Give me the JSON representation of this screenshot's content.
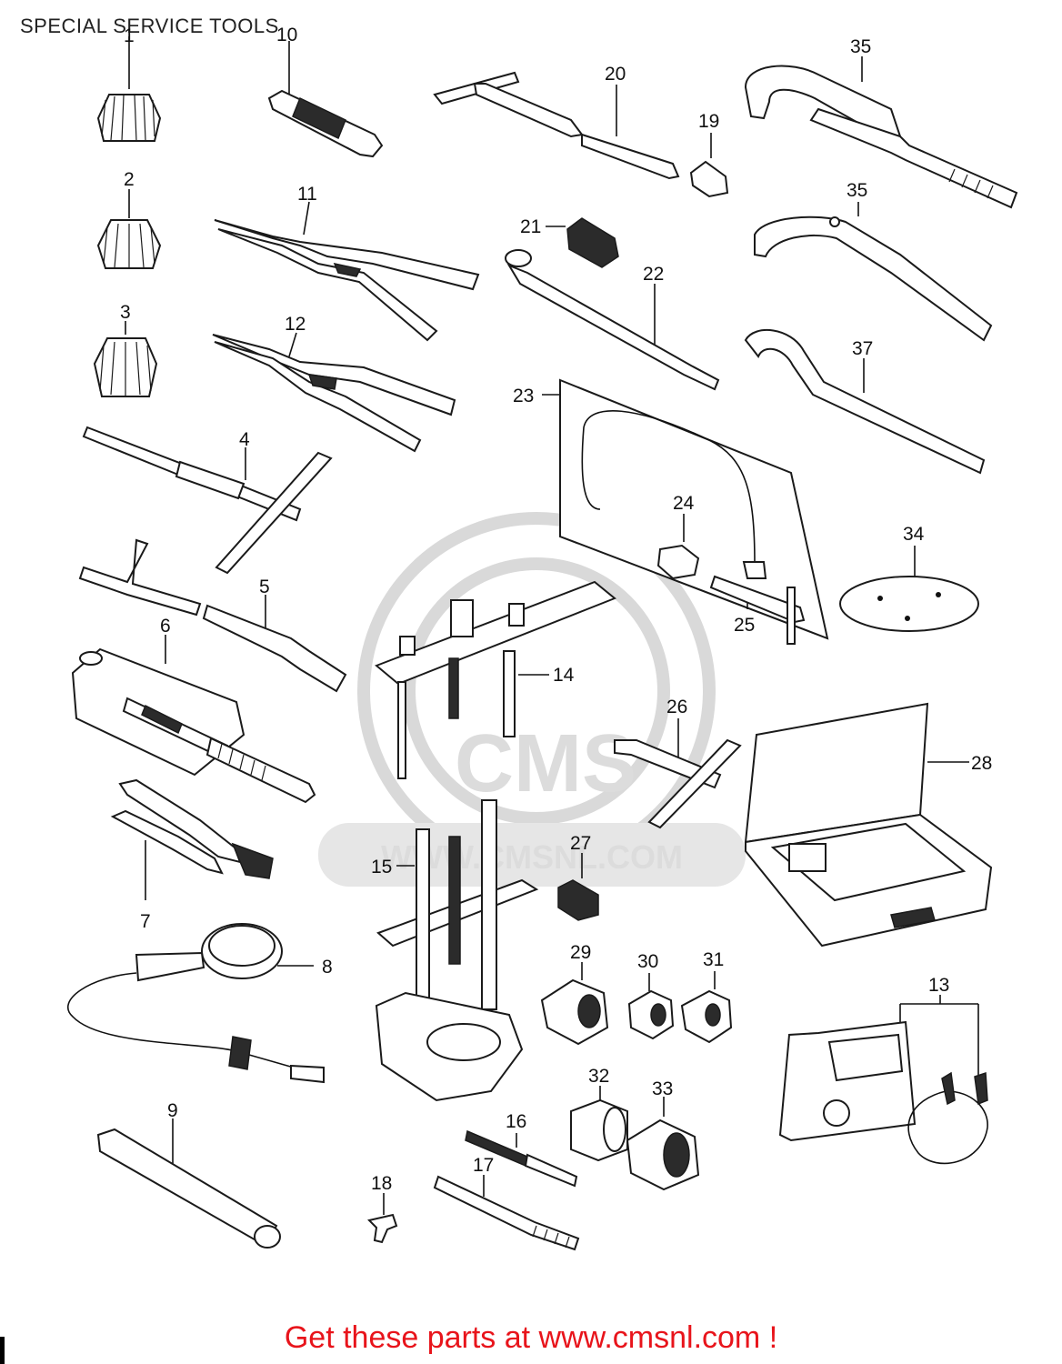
{
  "title": "SPECIAL SERVICE TOOLS",
  "callouts": [
    "1",
    "2",
    "3",
    "4",
    "5",
    "6",
    "7",
    "8",
    "9",
    "10",
    "11",
    "12",
    "13",
    "14",
    "15",
    "16",
    "17",
    "18",
    "19",
    "20",
    "21",
    "22",
    "23",
    "24",
    "25",
    "26",
    "27",
    "28",
    "29",
    "30",
    "31",
    "32",
    "33",
    "34",
    "35",
    "35",
    "37"
  ],
  "watermark": {
    "logo_text": "CMS",
    "url_text": "WWW.CMSNL.COM"
  },
  "footer": {
    "text": "Get these parts at www.cmsnl.com !",
    "color": "#e8141b"
  }
}
